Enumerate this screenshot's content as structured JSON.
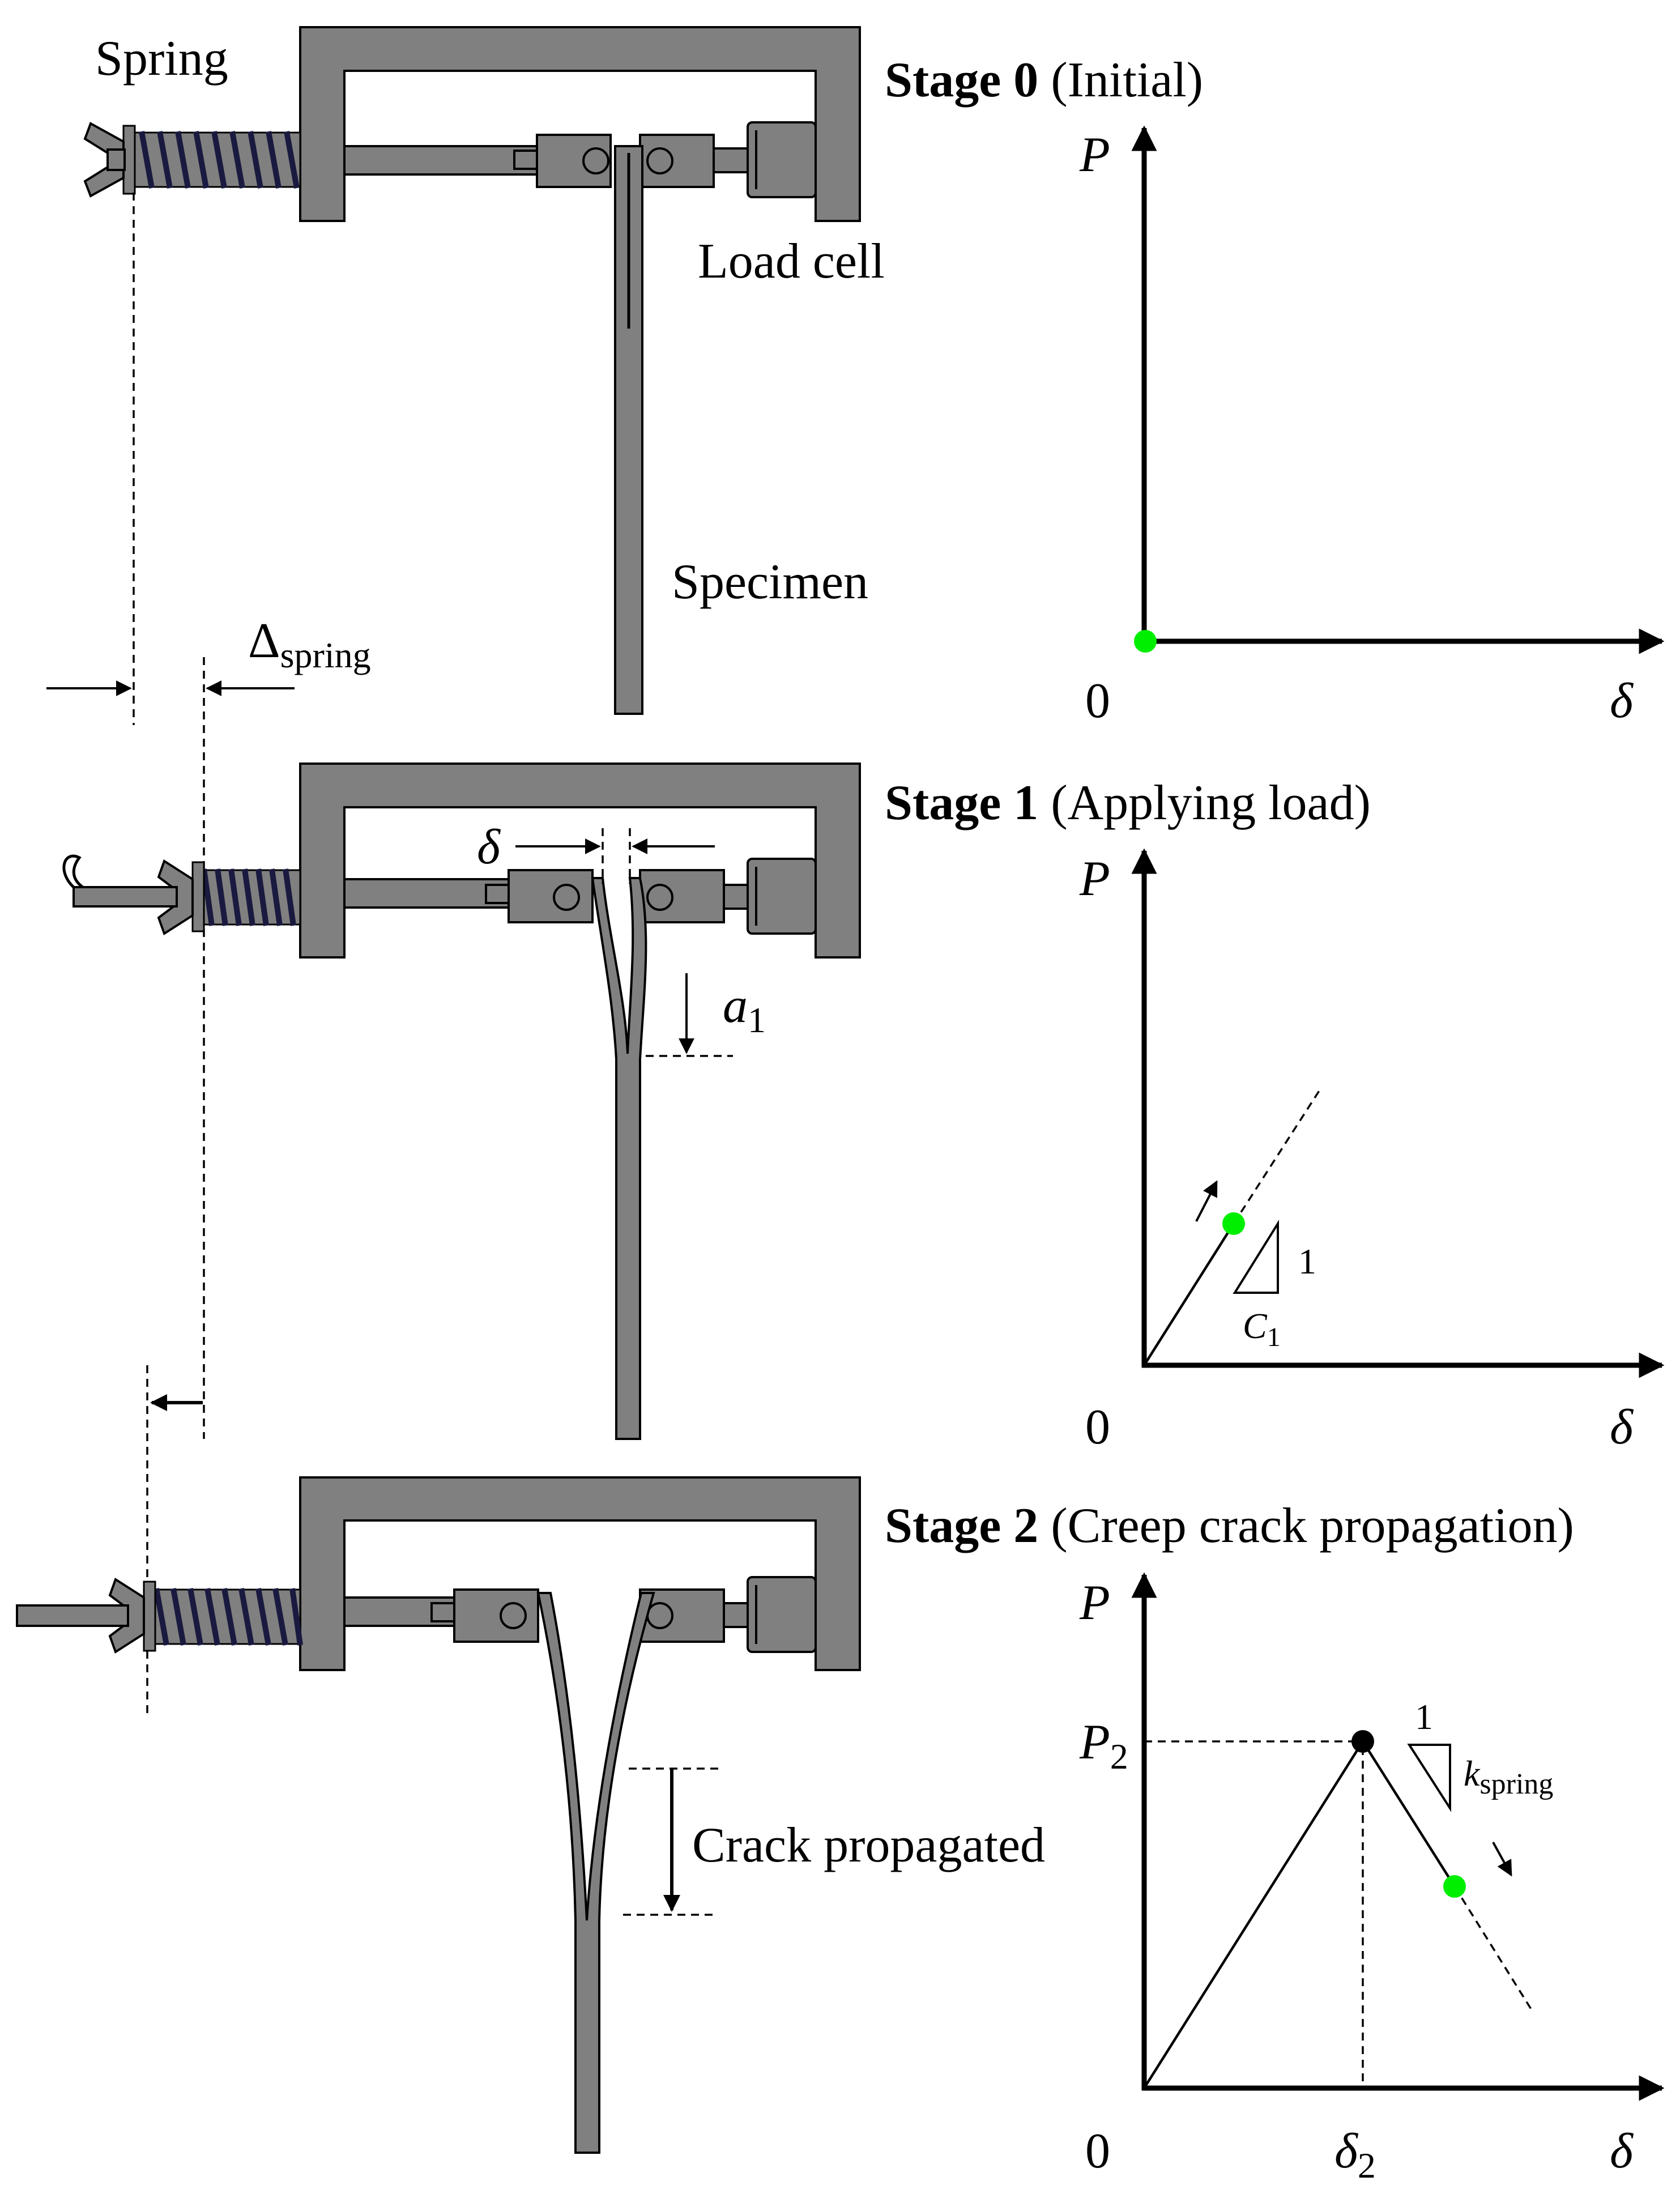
{
  "stages": [
    {
      "label": "Stage 0",
      "desc": " (Initial)"
    },
    {
      "label": "Stage 1",
      "desc": " (Applying load)"
    },
    {
      "label": "Stage 2",
      "desc": " (Creep crack propagation)"
    }
  ],
  "labels": {
    "spring": "Spring",
    "load_cell": "Load cell",
    "specimen": "Specimen",
    "delta_spring": "Δ",
    "delta_spring_sub": "spring",
    "delta": "δ",
    "a": "a",
    "a_sub": "1",
    "crack_propagated": "Crack propagated"
  },
  "plots": [
    {
      "y_axis": "P",
      "x_axis": "δ",
      "origin": "0"
    },
    {
      "y_axis": "P",
      "x_axis": "δ",
      "origin": "0",
      "slope_rise": "1",
      "slope_run": "C",
      "slope_run_sub": "1"
    },
    {
      "y_axis": "P",
      "x_axis": "δ",
      "origin": "0",
      "p2": "P",
      "p2_sub": "2",
      "delta2": "δ",
      "delta2_sub": "2",
      "slope_rise": "1",
      "slope_run": "k",
      "slope_run_sub": "spring"
    }
  ],
  "colors": {
    "marker_current": "#00ee00",
    "marker_peak": "#000000",
    "metal": "#808080",
    "spring_coil": "#1a1a40"
  }
}
